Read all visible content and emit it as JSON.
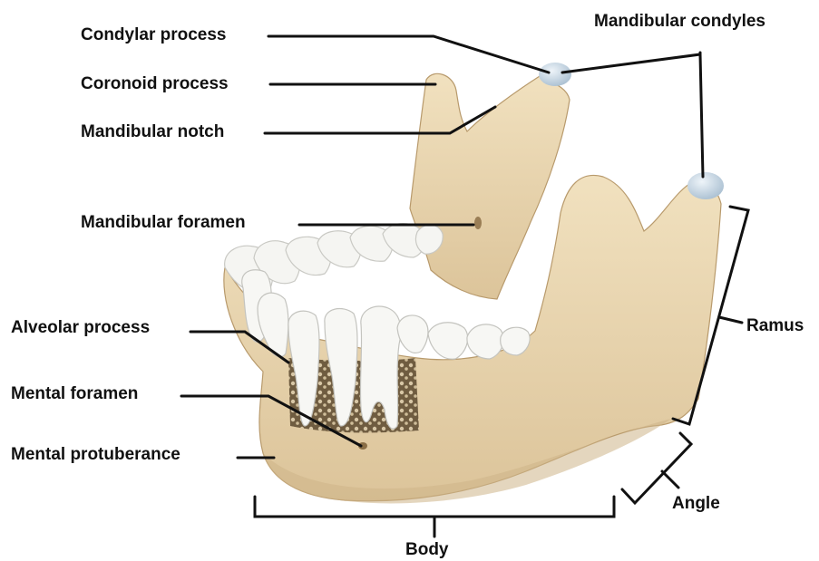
{
  "labels": {
    "condylar_process": "Condylar process",
    "coronoid_process": "Coronoid process",
    "mandibular_notch": "Mandibular notch",
    "mandibular_condyles": "Mandibular condyles",
    "mandibular_foramen": "Mandibular foramen",
    "alveolar_process": "Alveolar process",
    "mental_foramen": "Mental foramen",
    "mental_protuberance": "Mental protuberance",
    "ramus": "Ramus",
    "angle": "Angle",
    "body": "Body"
  },
  "colors": {
    "bone": "#ecd9b2",
    "bone_shadow": "#cdb488",
    "bone_dark": "#b89a6c",
    "cartilage": "#c9d9e6",
    "tooth": "#f5f5f2",
    "tooth_shadow": "#c9c9c4",
    "spongy": "#8a7452",
    "line": "#111111"
  }
}
